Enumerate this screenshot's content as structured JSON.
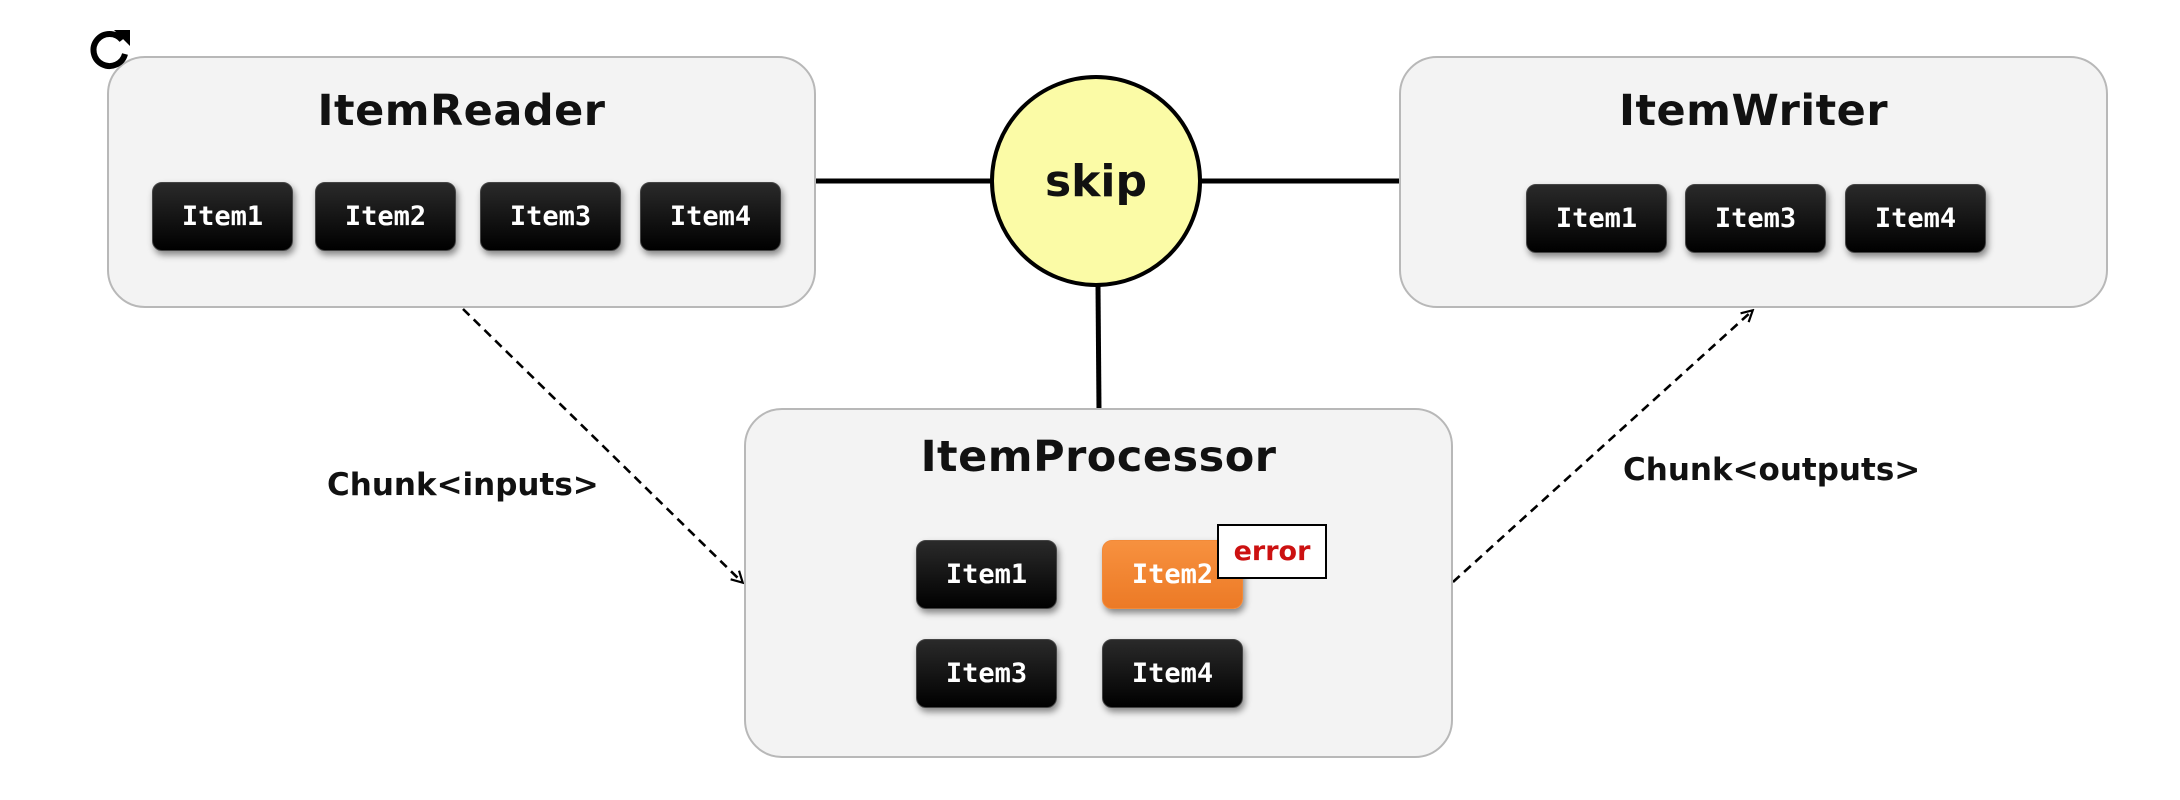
{
  "reader": {
    "title": "ItemReader",
    "items": [
      "Item1",
      "Item2",
      "Item3",
      "Item4"
    ]
  },
  "writer": {
    "title": "ItemWriter",
    "items": [
      "Item1",
      "Item3",
      "Item4"
    ]
  },
  "processor": {
    "title": "ItemProcessor",
    "items": [
      "Item1",
      "Item2",
      "Item3",
      "Item4"
    ],
    "error_item": "Item2",
    "error_label": "error"
  },
  "skip": {
    "label": "skip"
  },
  "flows": {
    "inputs_label": "Chunk<inputs>",
    "outputs_label": "Chunk<outputs>"
  },
  "icons": {
    "restart": "restart-icon"
  },
  "colors": {
    "panel_bg": "#f3f3f3",
    "chip_bg": "#000000",
    "error_item_bg": "#f28a38",
    "error_text": "#cc1111",
    "skip_fill": "#fbfba6"
  }
}
